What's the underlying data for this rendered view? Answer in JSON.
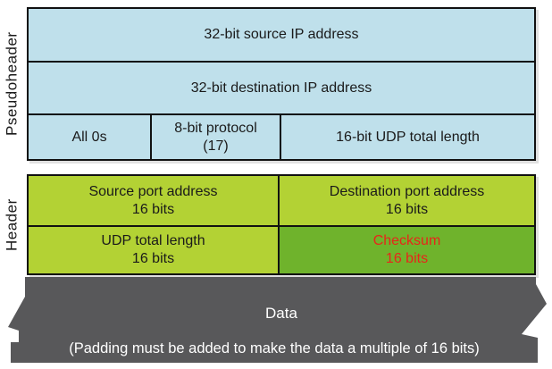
{
  "colors": {
    "pseudoheader_fill": "#bfe0eb",
    "header_fill": "#b3d234",
    "checksum_fill": "#6fb32c",
    "checksum_text": "#e8251a",
    "data_fill": "#58585a",
    "data_text": "#ffffff",
    "border": "#111111"
  },
  "pseudoheader": {
    "label": "Pseudoheader",
    "rows": {
      "source_ip": "32-bit source IP address",
      "destination_ip": "32-bit destination IP address",
      "all_zeros": "All 0s",
      "protocol_line1": "8-bit protocol",
      "protocol_line2": "(17)",
      "udp_total_length": "16-bit UDP total length"
    }
  },
  "header": {
    "label": "Header",
    "cells": {
      "source_port": {
        "line1": "Source port address",
        "line2": "16 bits"
      },
      "destination_port": {
        "line1": "Destination port address",
        "line2": "16 bits"
      },
      "udp_total_length": {
        "line1": "UDP total length",
        "line2": "16 bits"
      },
      "checksum": {
        "line1": "Checksum",
        "line2": "16 bits"
      }
    }
  },
  "data_section": {
    "title": "Data",
    "note": "(Padding must be added to make the data a multiple of 16 bits)"
  }
}
